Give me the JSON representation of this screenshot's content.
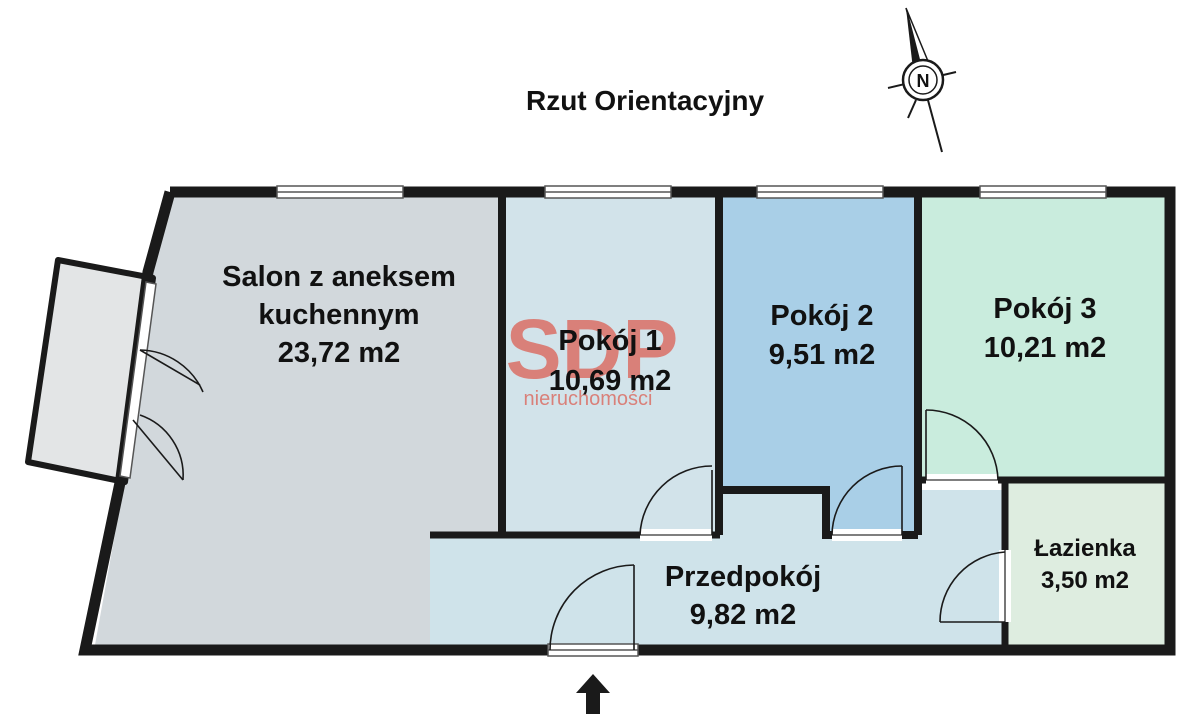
{
  "title": "Rzut Orientacyjny",
  "compass": {
    "letter": "N",
    "icon": "compass-icon"
  },
  "entrance": {
    "icon": "entrance-arrow-icon"
  },
  "watermark": {
    "logo": "SDP",
    "text": "nieruchomości"
  },
  "rooms": {
    "salon": {
      "name_line1": "Salon z aneksem",
      "name_line2": "kuchennym",
      "area": "23,72 m2",
      "color": "#d2d8dc"
    },
    "pokoj1": {
      "name": "Pokój 1",
      "area": "10,69 m2",
      "color": "#d2e3ea"
    },
    "pokoj2": {
      "name": "Pokój 2",
      "area": "9,51 m2",
      "color": "#a9cfe7"
    },
    "pokoj3": {
      "name": "Pokój 3",
      "area": "10,21 m2",
      "color": "#c9ecdd"
    },
    "przedpokoj": {
      "name": "Przedpokój",
      "area": "9,82 m2",
      "color": "#cfe3ea"
    },
    "lazienka": {
      "name": "Łazienka",
      "area": "3,50 m2",
      "color": "#deede0"
    }
  },
  "colors": {
    "wall": "#1a1a1a",
    "balcony": "#e3e5e6",
    "watermark": "#e0301e"
  }
}
